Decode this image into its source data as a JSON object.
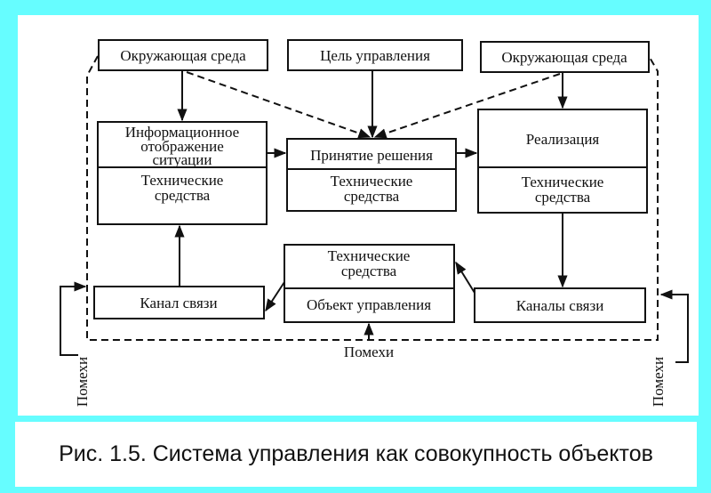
{
  "figure": {
    "caption": "Рис. 1.5. Система управления как совокупность объектов",
    "colors": {
      "background": "#66fdff",
      "panel": "#ffffff",
      "ink": "#111111"
    }
  },
  "diagram": {
    "boxes": {
      "env_left": "Окружающая среда",
      "goal": "Цель управления",
      "env_right": "Окружающая среда",
      "info_top": [
        "Информационное",
        "отображение",
        "ситуации"
      ],
      "info_bottom": [
        "Технические",
        "средства"
      ],
      "decision_top": "Принятие решения",
      "decision_bottom": [
        "Технические",
        "средства"
      ],
      "impl_top": "Реализация",
      "impl_bottom": [
        "Технические",
        "средства"
      ],
      "channel_left": "Канал связи",
      "object_top": [
        "Технические",
        "средства"
      ],
      "object_bottom": "Объект управления",
      "channel_right": "Каналы связи"
    },
    "labels": {
      "noise_bottom": "Помехи",
      "noise_left": "Помехи",
      "noise_right": "Помехи"
    }
  }
}
